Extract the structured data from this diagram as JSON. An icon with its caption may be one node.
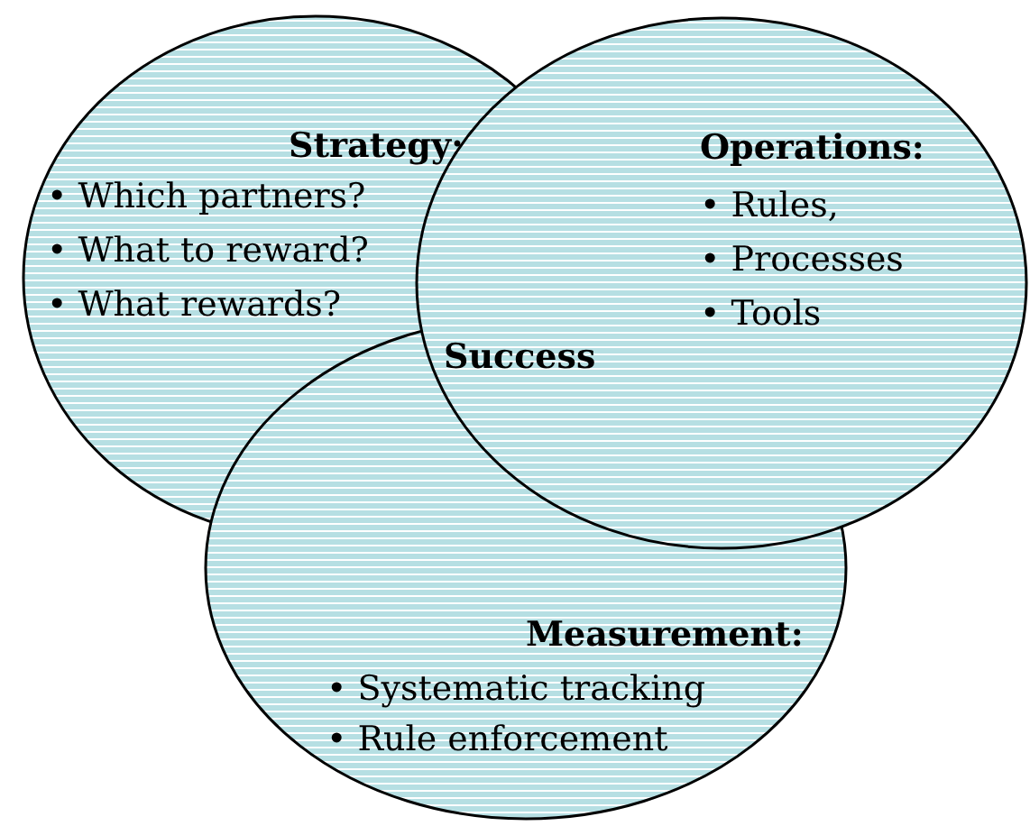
{
  "diagram": {
    "nodes": [
      {
        "text": [
          "Strategy:",
          "• Which partners?",
          "• What to reward?",
          "• What rewards?"
        ]
      },
      {
        "text": [
          "Operations:",
          "• Rules,",
          "• Processes",
          "• Tools"
        ]
      },
      {
        "text": [
          "Measurement:",
          "• Systematic tracking",
          "• Rule enforcement"
        ]
      }
    ],
    "edges": [],
    "labels": [
      "Success"
    ]
  }
}
